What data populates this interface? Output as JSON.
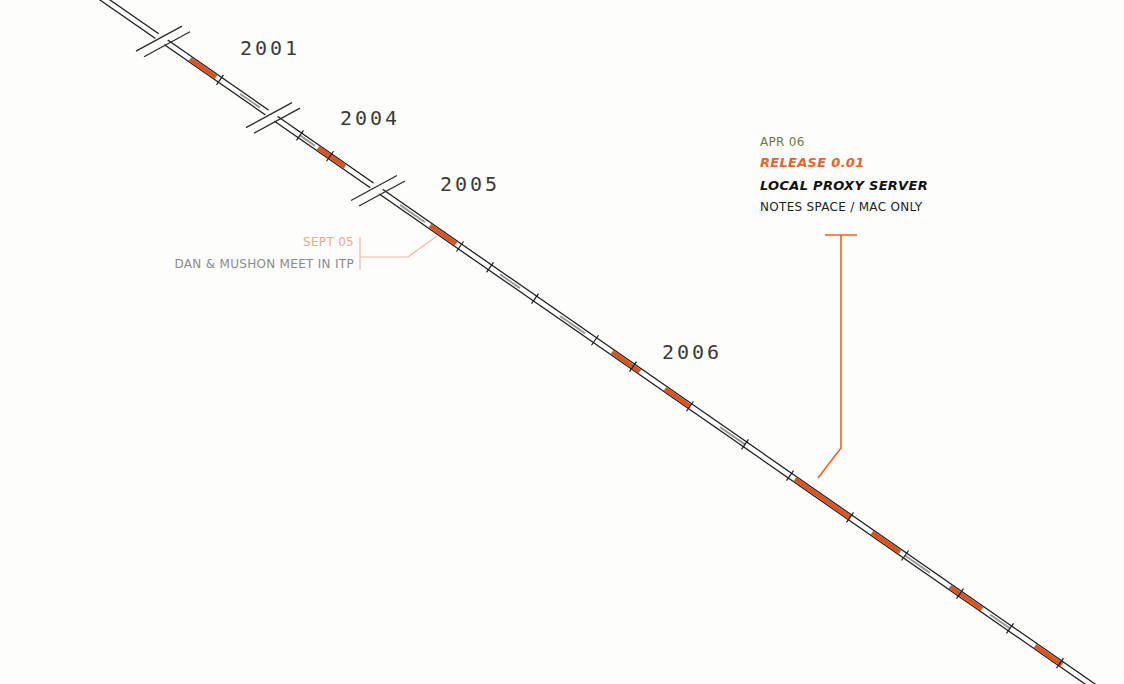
{
  "diagram": {
    "labels": [
      "2001",
      "2004",
      "2005",
      "2006",
      "SEPT 05",
      "DAN & MUSHON MEET IN ITP",
      "APR 06",
      "RELEASE 0.01",
      "LOCAL PROXY SERVER",
      "NOTES SPACE / MAC ONLY"
    ]
  }
}
